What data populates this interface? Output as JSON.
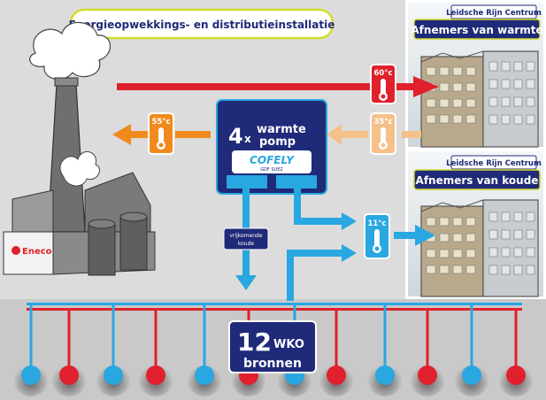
{
  "title": "Energieopwekkings- en distributieinstallatie",
  "heat_panel": {
    "location": "Leidsche Rijn Centrum",
    "heading": "Afnemers van warmte"
  },
  "cold_panel": {
    "location": "Leidsche Rijn Centrum",
    "heading": "Afnemers van koude"
  },
  "heat_pump": {
    "count": "4",
    "multiplier": "x",
    "line1": "warmte",
    "line2": "pomp",
    "brand": "COFELY",
    "brand_sub": "GDF SUEZ"
  },
  "temperatures": {
    "supply_hot": "60°c",
    "return_warm": "35°c",
    "plant": "55°c",
    "cold": "11°c"
  },
  "released_cold": {
    "line1": "vrijkomende",
    "line2": "koude"
  },
  "plant": {
    "brand": "Eneco"
  },
  "wko": {
    "count": "12",
    "unit": "WKO",
    "label": "bronnen"
  },
  "colors": {
    "hot": "#e0202c",
    "cold": "#29a7e1",
    "orange": "#f08a1c",
    "peach": "#f6c08a",
    "navy": "#1f2a78",
    "accent_yellow": "#d4dc2a"
  }
}
